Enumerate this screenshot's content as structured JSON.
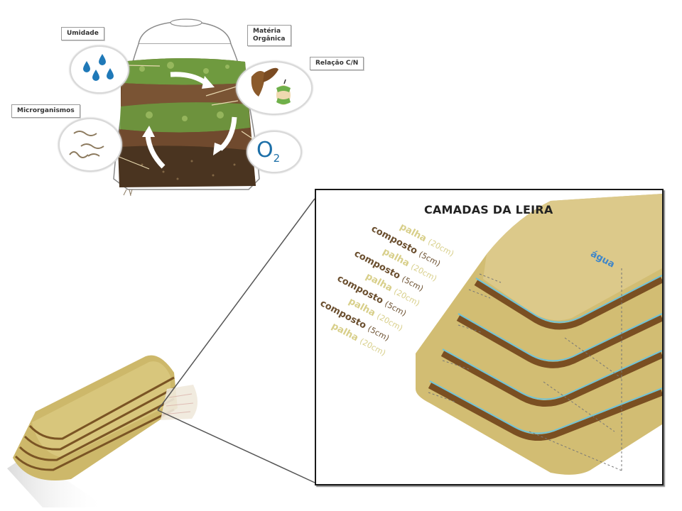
{
  "compost_bin": {
    "labels": {
      "moisture": "Umidade",
      "organic_matter_line1": "Matéria",
      "organic_matter_line2": "Orgânica",
      "cn_ratio": "Relação C/N",
      "microorganisms": "Microrganismos"
    },
    "oxygen_symbol": "O",
    "oxygen_subscript": "2",
    "icons": [
      "water-drops-icon",
      "leaf-apple-core-icon",
      "worms-icon",
      "oxygen-icon",
      "cycle-arrows-icon"
    ]
  },
  "windrow_detail": {
    "title": "CAMADAS DA LEIRA",
    "water_label": "água",
    "layers": [
      {
        "material": "palha",
        "size": "(20cm)"
      },
      {
        "material": "composto",
        "size": "(5cm)"
      },
      {
        "material": "palha",
        "size": "(20cm)"
      },
      {
        "material": "composto",
        "size": "(5cm)"
      },
      {
        "material": "palha",
        "size": "(20cm)"
      },
      {
        "material": "composto",
        "size": "(5cm)"
      },
      {
        "material": "palha",
        "size": "(20cm)"
      },
      {
        "material": "composto",
        "size": "(5cm)"
      },
      {
        "material": "palha",
        "size": "(20cm)"
      }
    ]
  },
  "colors": {
    "straw": "#d6c37a",
    "compost": "#7a4f22",
    "water_line": "#6fc3d9",
    "palha_text": "#d8cf8a",
    "composto_text": "#6b4f2f",
    "agua_text": "#3f86c9"
  }
}
